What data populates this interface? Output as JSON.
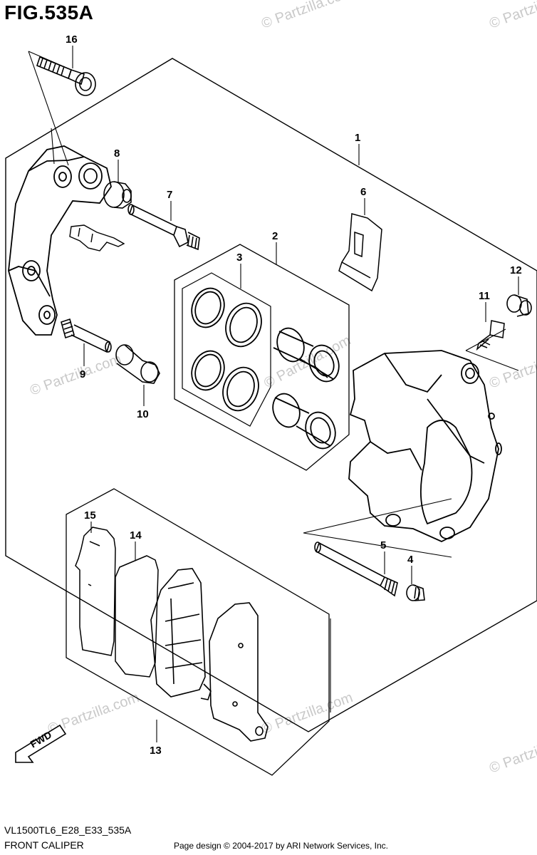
{
  "figure": {
    "title": "FIG.535A",
    "model_code": "VL1500TL6_E28_E33_535A",
    "section_name": "FRONT CALIPER"
  },
  "footer": {
    "credit": "Page design © 2004-2017 by ARI Network Services, Inc."
  },
  "watermark": {
    "text": "© Partzilla.com"
  },
  "fwd_label": "FWD",
  "callouts": [
    {
      "id": "1",
      "label": "1"
    },
    {
      "id": "2",
      "label": "2"
    },
    {
      "id": "3",
      "label": "3"
    },
    {
      "id": "4",
      "label": "4"
    },
    {
      "id": "5",
      "label": "5"
    },
    {
      "id": "6",
      "label": "6"
    },
    {
      "id": "7",
      "label": "7"
    },
    {
      "id": "8",
      "label": "8"
    },
    {
      "id": "9",
      "label": "9"
    },
    {
      "id": "10",
      "label": "10"
    },
    {
      "id": "11",
      "label": "11"
    },
    {
      "id": "12",
      "label": "12"
    },
    {
      "id": "13",
      "label": "13"
    },
    {
      "id": "14",
      "label": "14"
    },
    {
      "id": "15",
      "label": "15"
    },
    {
      "id": "16",
      "label": "16"
    }
  ]
}
